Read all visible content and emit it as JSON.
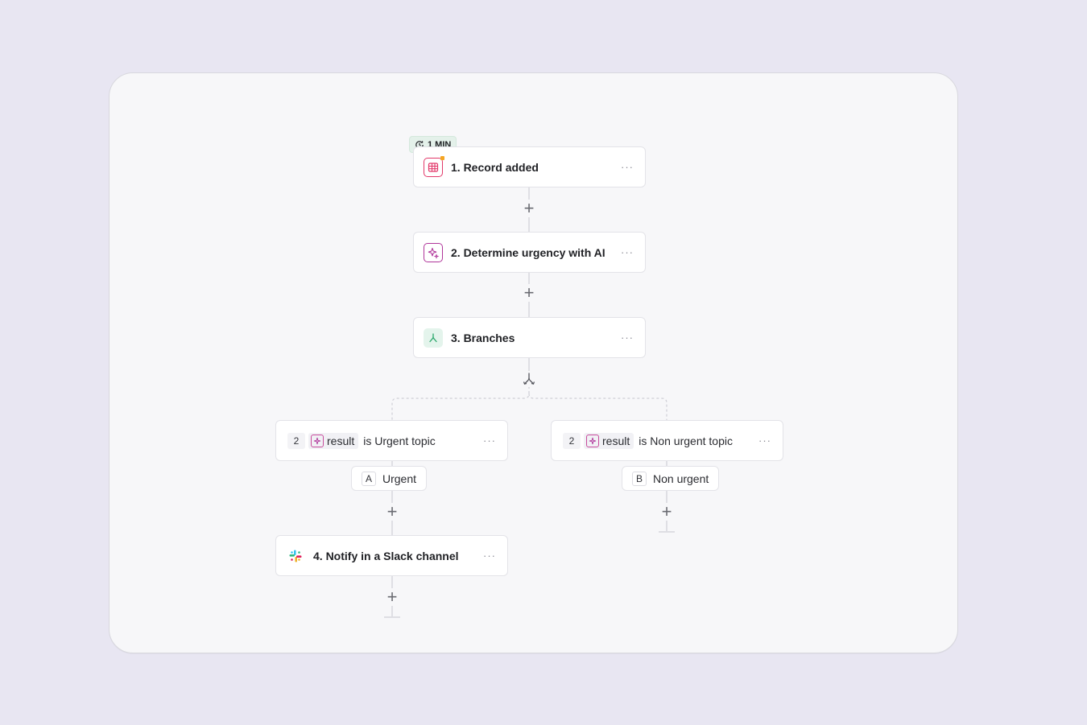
{
  "timer": {
    "label": "1 MIN"
  },
  "steps": [
    {
      "title": "1. Record added",
      "more": "···"
    },
    {
      "title": "2. Determine urgency with AI",
      "more": "···"
    },
    {
      "title": "3. Branches",
      "more": "···"
    },
    {
      "title": "4. Notify in a Slack channel",
      "more": "···"
    }
  ],
  "branches": [
    {
      "condition": {
        "step_ref": "2",
        "field": "result",
        "rest": "is Urgent topic"
      },
      "letter": "A",
      "label": "Urgent",
      "more": "···"
    },
    {
      "condition": {
        "step_ref": "2",
        "field": "result",
        "rest": "is Non urgent topic"
      },
      "letter": "B",
      "label": "Non urgent",
      "more": "···"
    }
  ],
  "icons": {
    "record": "table-icon",
    "ai": "sparkle-icon",
    "branches": "branch-icon",
    "slack": "slack-icon",
    "timer": "timer-icon",
    "add": "plus-icon"
  },
  "colors": {
    "background": "#e8e6f2",
    "canvas": "#f7f7f9",
    "record_accent": "#e2396a",
    "ai_accent": "#b0359a",
    "branches_accent": "#2aa76b",
    "timer_bg": "#e4f1ea"
  }
}
